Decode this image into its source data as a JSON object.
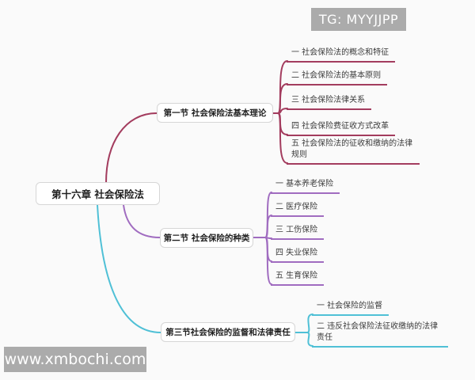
{
  "watermarks": {
    "top": "TG: MYYJJPP",
    "bottom": "www.xmbochi.com"
  },
  "root": {
    "label": "第十六章 社会保险法"
  },
  "branches": [
    {
      "label": "第一节 社会保险法基本理论",
      "color": "#a33c5e",
      "children": [
        "一 社会保险法的概念和特征",
        "二 社会保险法的基本原则",
        "三 社会保险法律关系",
        "四 社会保险费征收方式改革",
        "五 社会保险法的征收和缴纳的法律规则"
      ]
    },
    {
      "label": "第二节 社会保险的种类",
      "color": "#a06cc0",
      "children": [
        "一 基本养老保险",
        "二 医疗保险",
        "三 工伤保险",
        "四 失业保险",
        "五 生育保险"
      ]
    },
    {
      "label": "第三节社会保险的监督和法律责任",
      "color": "#4fc0d6",
      "children": [
        "一 社会保险的监督",
        "二 违反社会保险法征收缴纳的法律责任"
      ]
    }
  ],
  "colors": {
    "branch1": "#a33c5e",
    "branch2": "#a06cc0",
    "branch3": "#4fc0d6",
    "node_border": "#d6d6d6",
    "node_bg": "#ffffff",
    "watermark_bg": "#ababab",
    "background": "#fafafa"
  }
}
